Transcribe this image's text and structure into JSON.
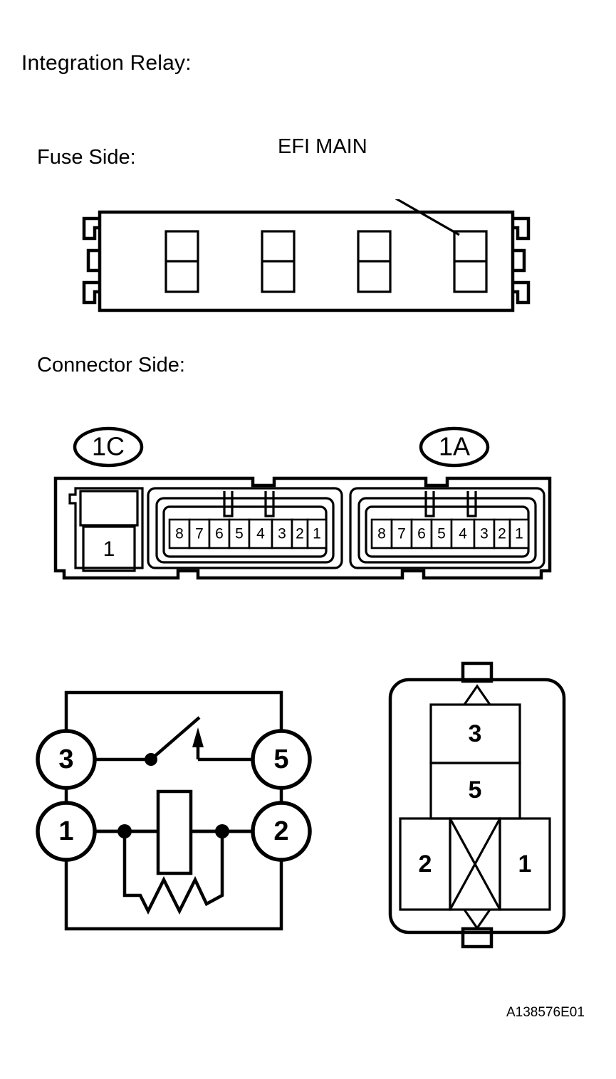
{
  "page": {
    "title": "Integration Relay:",
    "reference_code": "A138576E01",
    "background_color": "#ffffff",
    "line_color": "#000000"
  },
  "fuse_side": {
    "heading": "Fuse Side:",
    "callout_label": "EFI MAIN",
    "callout_target_slot_index": 4,
    "fuse_slot_count": 4,
    "side_tabs_per_side": 3
  },
  "connector_side": {
    "heading": "Connector Side:",
    "connector_tags": [
      {
        "id": "1C",
        "position": "left"
      },
      {
        "id": "1A",
        "position": "right"
      }
    ],
    "left_block": {
      "upper_cavity_label": "",
      "lower_cavity_label": "1"
    },
    "pin_rows": [
      {
        "group": "1C",
        "pins": [
          "8",
          "7",
          "6",
          "5",
          "4",
          "3",
          "2",
          "1"
        ]
      },
      {
        "group": "1A",
        "pins": [
          "8",
          "7",
          "6",
          "5",
          "4",
          "3",
          "2",
          "1"
        ]
      }
    ]
  },
  "relay_schematic": {
    "terminals": [
      {
        "label": "3",
        "position": "top-left"
      },
      {
        "label": "5",
        "position": "top-right"
      },
      {
        "label": "1",
        "position": "bottom-left"
      },
      {
        "label": "2",
        "position": "bottom-right"
      }
    ],
    "components": [
      {
        "type": "switch-contact",
        "between": [
          "3",
          "5"
        ],
        "state": "open"
      },
      {
        "type": "coil",
        "between": [
          "1",
          "2"
        ]
      },
      {
        "type": "resistor",
        "between": [
          "1",
          "2"
        ],
        "symbol": "zigzag"
      }
    ]
  },
  "terminal_layout": {
    "cells": [
      {
        "label": "3",
        "position": "upper"
      },
      {
        "label": "5",
        "position": "middle"
      },
      {
        "label": "2",
        "position": "bottom-left"
      },
      {
        "label": "",
        "position": "bottom-center",
        "marking": "cross"
      },
      {
        "label": "1",
        "position": "bottom-right"
      }
    ],
    "tabs": [
      "top",
      "bottom"
    ],
    "arrows": [
      "top-chevron",
      "bottom-chevron"
    ]
  }
}
